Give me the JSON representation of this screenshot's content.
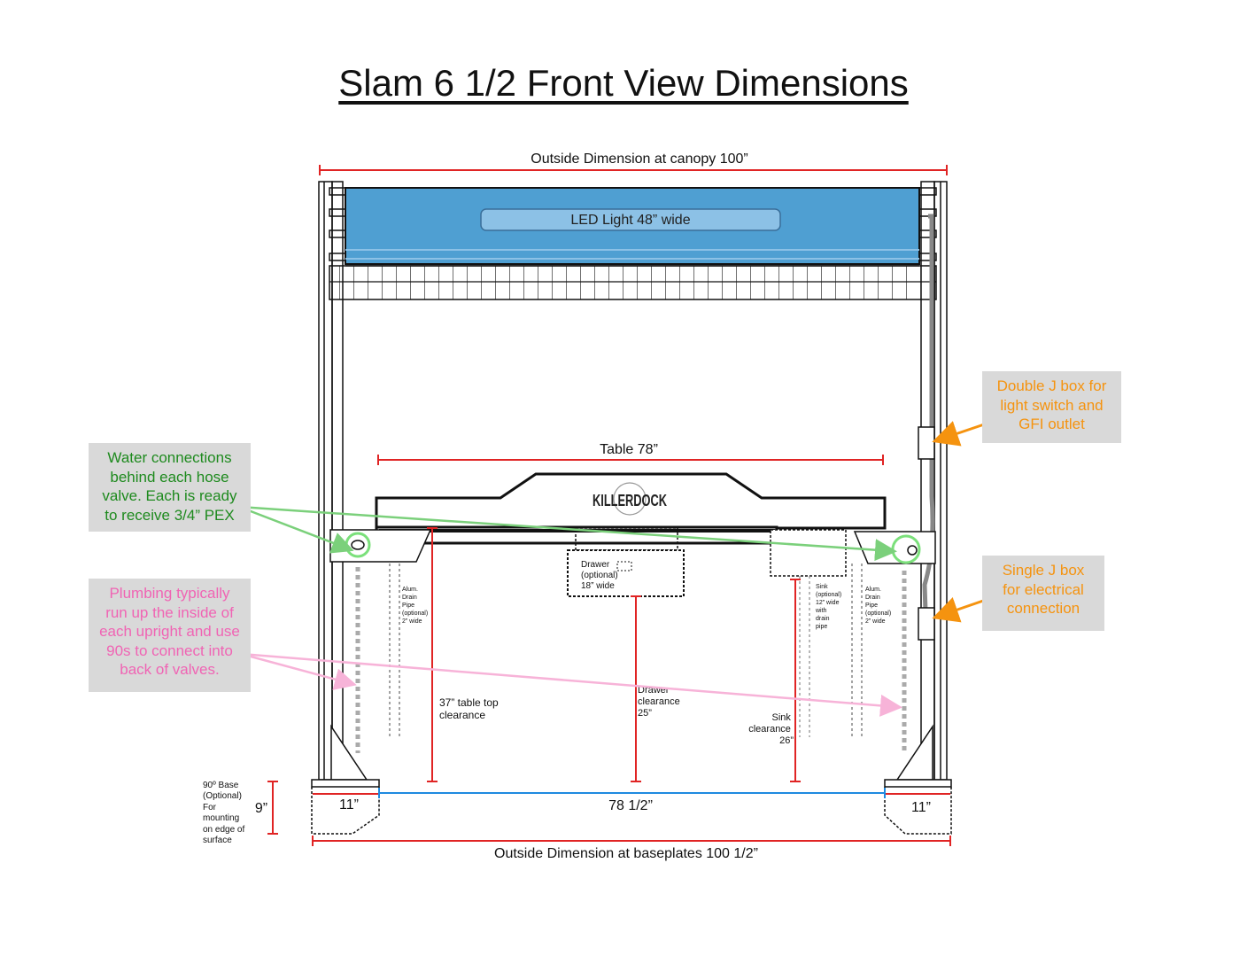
{
  "title": "Slam 6 1/2 Front View Dimensions",
  "colors": {
    "dimension_red": "#e02424",
    "dimension_blue": "#1f8ae0",
    "canopy_blue": "#4f9fd2",
    "led_blue": "#8cc1e6",
    "green_text": "#1e8a1e",
    "pink_text": "#f064b4",
    "orange_text": "#f5930f",
    "callout_bg": "#d9d9d9"
  },
  "dimensions": {
    "canopy": "Outside Dimension at canopy 100”",
    "table": "Table 78”",
    "baseplates": "Outside Dimension at baseplates 100 1/2”",
    "inner_span": "78 1/2”",
    "left_base": "11”",
    "right_base": "11”",
    "base_height": "9”"
  },
  "led_label": "LED Light 48” wide",
  "brand_logo": "KILLERDOCK",
  "small_labels": {
    "table_clearance": [
      "37” table top",
      "clearance"
    ],
    "drawer_clearance": [
      "Drawer",
      "clearance",
      "25”"
    ],
    "sink_clearance": [
      "Sink",
      "clearance",
      "26”"
    ],
    "drawer": [
      "Drawer",
      "(optional)",
      "18” wide"
    ],
    "left_drain": [
      "Alum.",
      "Drain",
      "Pipe",
      "(optional)",
      "2” wide"
    ],
    "right_drain": [
      "Alum.",
      "Drain",
      "Pipe",
      "(optional)",
      "2” wide"
    ],
    "sink": [
      "Sink",
      "(optional)",
      "12” wide",
      "with",
      "drain",
      "pipe"
    ],
    "base_note": [
      "90º Base",
      "(Optional)",
      "For",
      "mounting",
      "on edge of",
      "surface"
    ]
  },
  "callouts": {
    "water": [
      "Water connections",
      "behind each hose",
      "valve. Each is ready",
      "to receive 3/4” PEX"
    ],
    "plumbing": [
      "Plumbing typically",
      "run up the inside of",
      "each upright and use",
      "90s to connect into",
      "back of valves."
    ],
    "double_jbox": [
      "Double J box for",
      "light switch and",
      "GFI outlet"
    ],
    "single_jbox": [
      "Single J box",
      "for electrical",
      "connection"
    ]
  }
}
